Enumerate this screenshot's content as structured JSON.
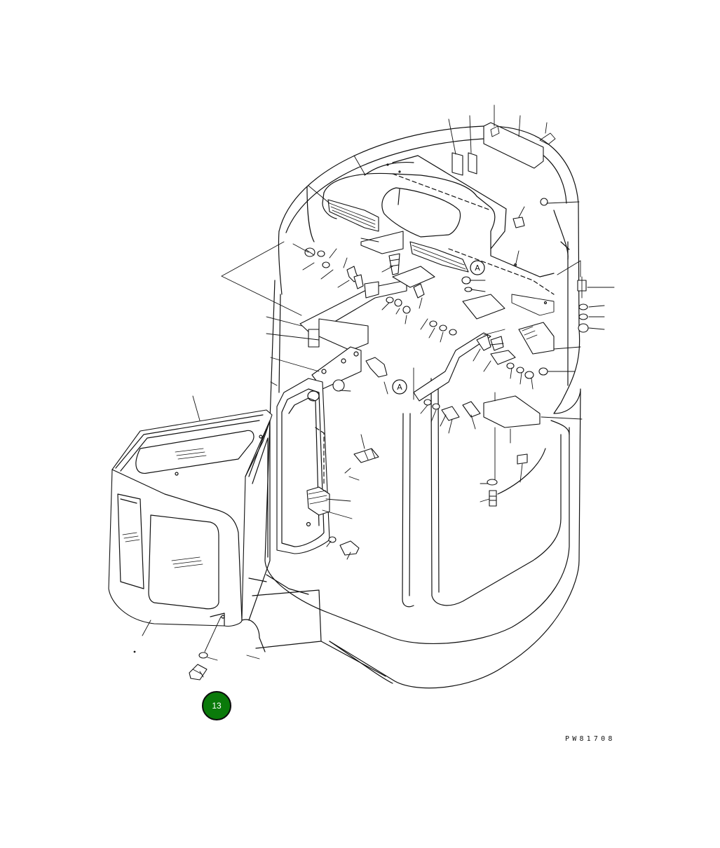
{
  "diagram": {
    "callout_a_top": "A",
    "callout_a_bottom": "A"
  },
  "badge": {
    "label": "13",
    "color": "#0a7a0a"
  },
  "drawing_code": "PW81708"
}
